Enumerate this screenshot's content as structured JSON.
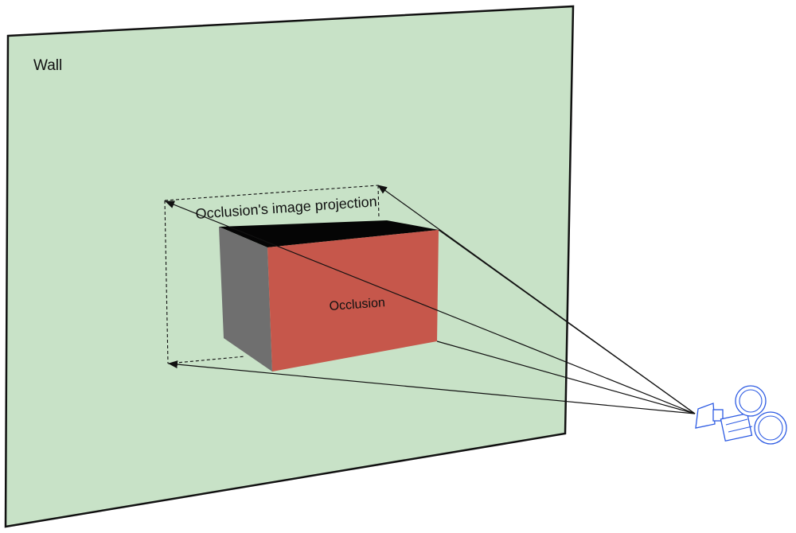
{
  "labels": {
    "wall": "Wall",
    "projection": "Occlusion's image projection",
    "occlusion": "Occlusion"
  },
  "colors": {
    "wall_fill": "#c8e2c7",
    "wall_edge": "#111111",
    "box_front": "#c6574b",
    "box_side": "#6f6f6f",
    "box_top": "#050505",
    "camera": "#2d5be3"
  },
  "icons": {
    "camera": "video-camera-icon"
  }
}
